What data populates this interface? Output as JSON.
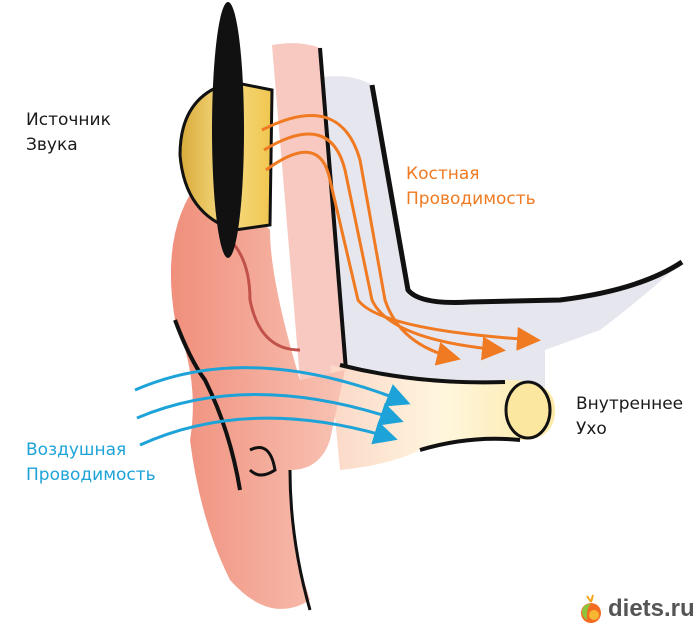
{
  "labels": {
    "sound_source": [
      "Источник",
      "Звука"
    ],
    "bone_conduction": [
      "Костная",
      "Проводимость"
    ],
    "inner_ear": [
      "Внутреннее",
      "Ухо"
    ],
    "air_conduction": [
      "Воздушная",
      "Проводимость"
    ]
  },
  "watermark": "diets.ru",
  "colors": {
    "bone_arrow": "#f07a22",
    "air_arrow": "#1ea3d8",
    "skin": "#f4a592",
    "bone": "#e4e4ec",
    "headphone": "#f3cf63"
  }
}
